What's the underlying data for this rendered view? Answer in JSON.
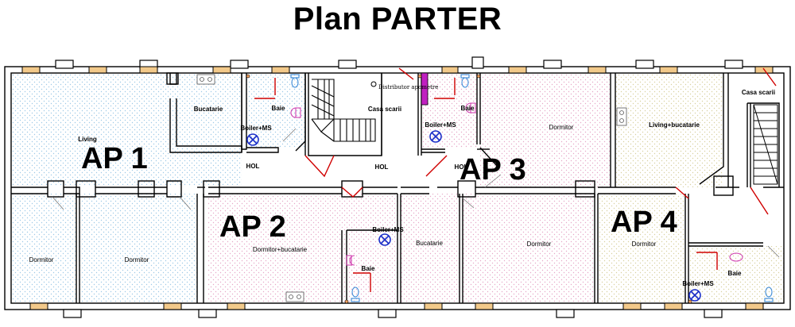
{
  "title": "Plan PARTER",
  "apartments": [
    "AP 1",
    "AP 2",
    "AP 3",
    "AP 4"
  ],
  "rooms": {
    "ap1_bucatarie": "Bucatarie",
    "ap1_baie": "Baie",
    "ap1_living": "Living",
    "ap1_boiler": "Boiler+MS",
    "ap1_hol": "HOL",
    "ap1_dormitor_1": "Dormitor",
    "ap1_dormitor_2": "Dormitor",
    "stair_casa": "Casa scarii",
    "stair_distributor": "Distributor apometre",
    "stair_hol": "HOL",
    "ap2_dormitor_bucatarie": "Dormitor+bucatarie",
    "ap2_boiler": "Boiler+MS",
    "ap2_baie": "Baie",
    "ap3_baie": "Baie",
    "ap3_boiler": "Boiler+MS",
    "ap3_dormitor_top": "Dormitor",
    "ap3_hol": "HOL",
    "ap3_bucatarie": "Bucatarie",
    "ap3_dormitor_bottom": "Dormitor",
    "ap4_living_bucatarie": "Living+bucatarie",
    "ap4_casa_scarii": "Casa scarii",
    "ap4_dormitor": "Dormitor",
    "ap4_boiler": "Boiler+MS",
    "ap4_baie": "Baie"
  },
  "colors": {
    "wall": "#000000",
    "door": "#d00000",
    "hatch_blue": "#9ec9e6",
    "hatch_pink": "#e6a8c8",
    "hatch_yellow": "#f4f0d8",
    "window_fill": "#f2c98a",
    "boiler_blue": "#1a2ec8",
    "sink_pink": "#d040b0",
    "wc_blue": "#3a8ad8",
    "distributor_magenta": "#c020c0"
  },
  "icons": {
    "boiler": "boiler-icon",
    "sink": "sink-icon",
    "wc": "wc-icon",
    "stove": "stove-icon",
    "stairs": "stairs-icon",
    "door": "door-swing-icon",
    "window": "window-icon"
  }
}
